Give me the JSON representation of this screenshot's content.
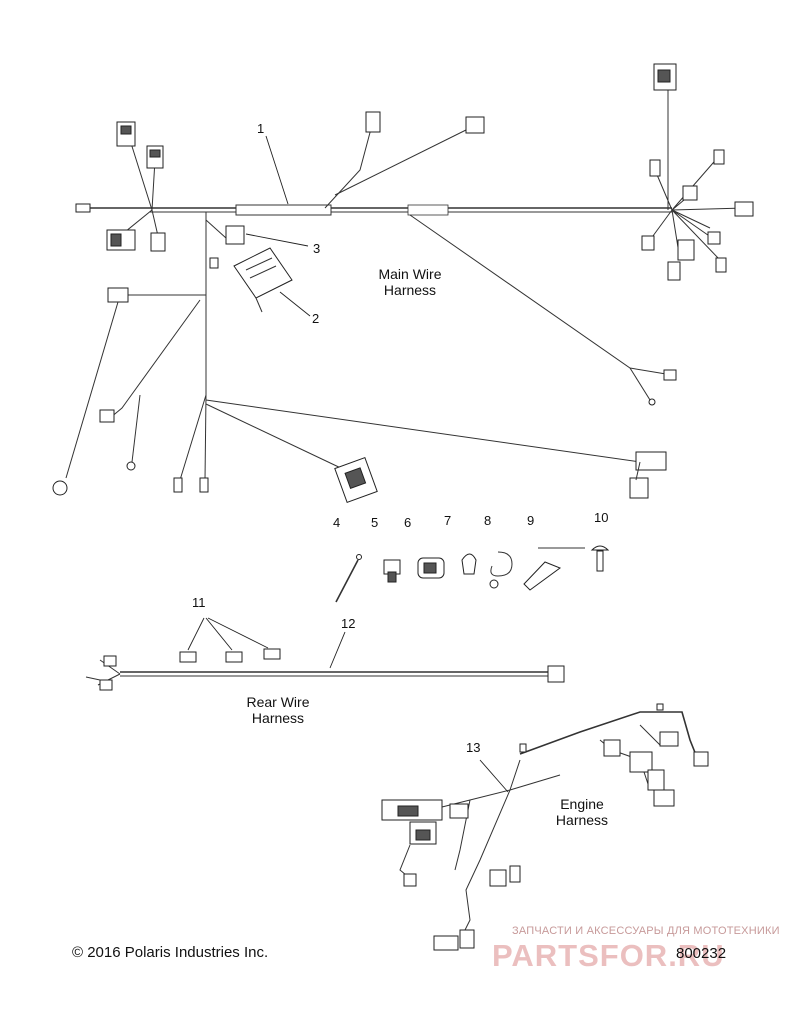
{
  "labels": {
    "main_harness": [
      "Main Wire",
      "Harness"
    ],
    "rear_harness": [
      "Rear Wire",
      "Harness"
    ],
    "engine_harness": [
      "Engine",
      "Harness"
    ]
  },
  "callouts": [
    "1",
    "2",
    "3",
    "4",
    "5",
    "6",
    "7",
    "8",
    "9",
    "10",
    "11",
    "12",
    "13"
  ],
  "footer": {
    "copyright": "© 2016 Polaris Industries Inc.",
    "figure_number": "800232"
  },
  "watermark": {
    "tagline": "ЗАПЧАСТИ И АКСЕССУАРЫ ДЛЯ МОТОТЕХНИКИ",
    "logo": "PARTSFOR.RU"
  }
}
